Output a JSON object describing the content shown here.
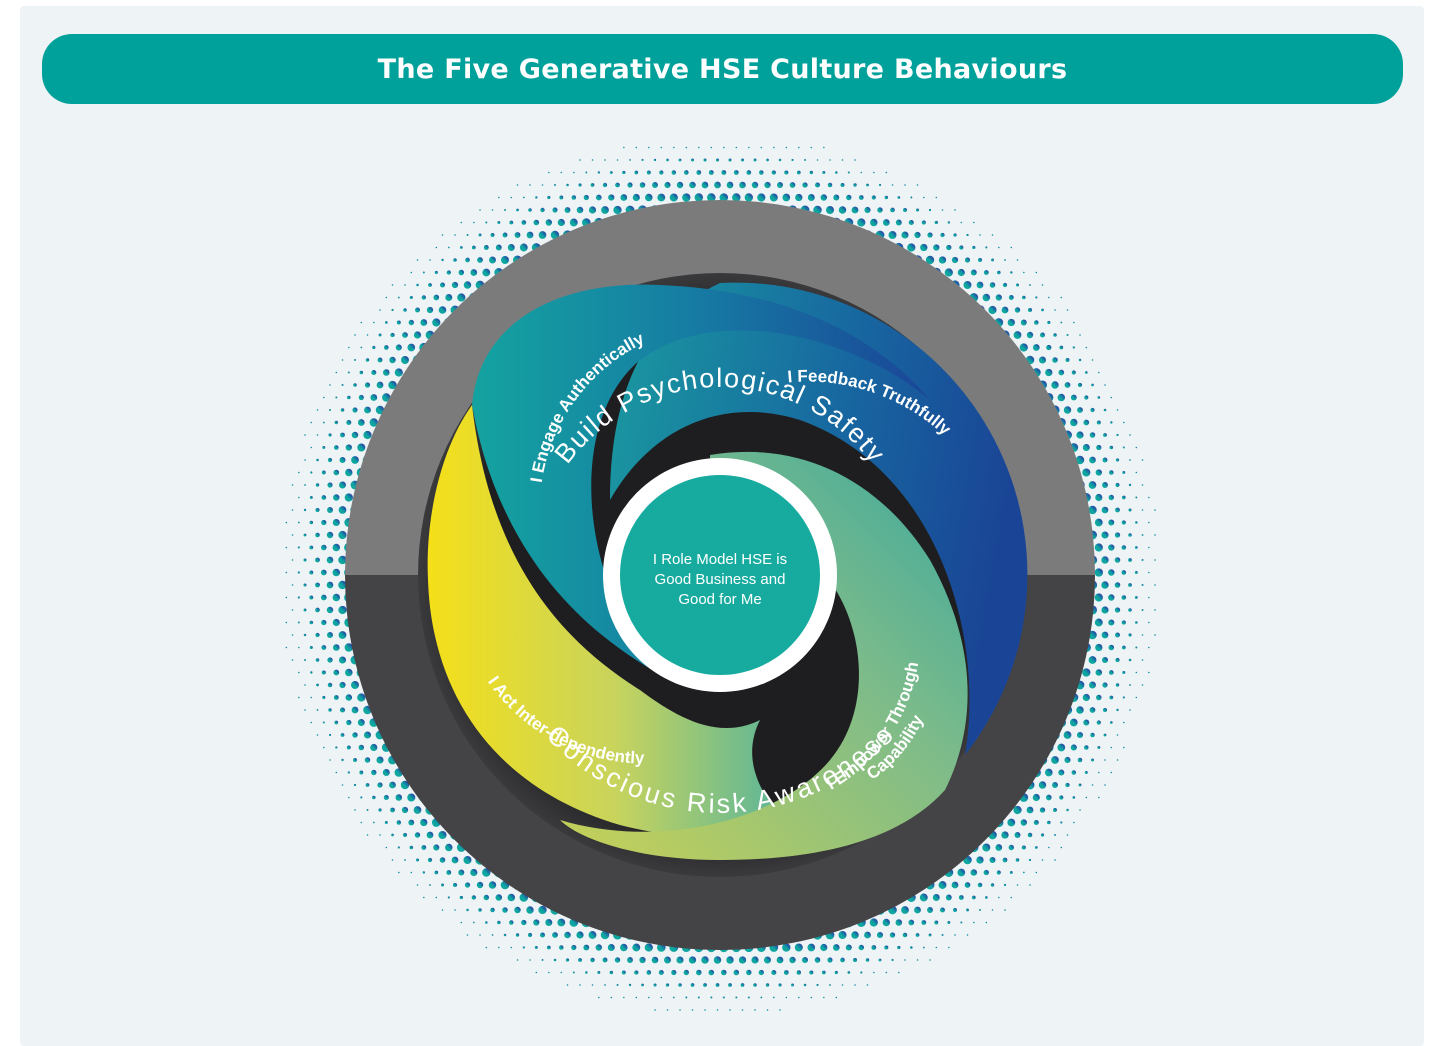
{
  "header": {
    "title": "The Five Generative HSE Culture Behaviours"
  },
  "ring": {
    "top_label": "Build Psychological Safety",
    "bottom_label": "Conscious Risk Awareness"
  },
  "behaviours": [
    {
      "label": "I Engage Authentically"
    },
    {
      "label": "I Feedback Truthfully"
    },
    {
      "label": "I Empower Through",
      "label_line2": "Capability"
    },
    {
      "label": "I Act Inter-dependently"
    }
  ],
  "center": {
    "line1": "I Role Model HSE is",
    "line2": "Good Business and",
    "line3": "Good for Me"
  },
  "colors": {
    "banner": "#00a19b",
    "ring_top": "#7a7a7a",
    "ring_bottom": "#444446",
    "center_fill": "#17aba0",
    "teal": "#12a7a0",
    "blue": "#1a4b9b",
    "yellow": "#f4de1c",
    "purple": "#6a3a98"
  }
}
